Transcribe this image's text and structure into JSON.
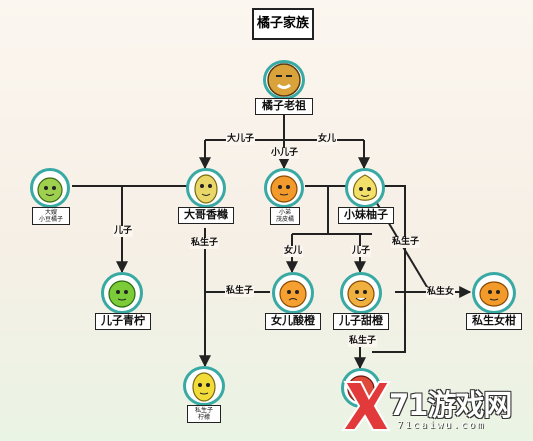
{
  "title": "橘子家族",
  "nodes": {
    "laozu": {
      "label": "橘子老祖",
      "icon": "old-orange-ancestor-icon",
      "color": "#e0a43a"
    },
    "dage": {
      "label": "大哥香橼",
      "icon": "citron-character-icon",
      "color": "#e9d96a"
    },
    "xiaodi": {
      "label": "小弟\n茂皮橘",
      "icon": "orange-character-icon",
      "color": "#f39a2c"
    },
    "xiaomei": {
      "label": "小妹柚子",
      "icon": "pomelo-character-icon",
      "color": "#f3e06a"
    },
    "dasao": {
      "label": "大嫂\n小豆橘子",
      "icon": "green-lime-character-icon",
      "color": "#9fcf4e"
    },
    "erzi_qingning": {
      "label": "儿子青柠",
      "icon": "green-lime-son-icon",
      "color": "#7ccc3a"
    },
    "nver_suancheng": {
      "label": "女儿酸橙",
      "icon": "sour-orange-character-icon",
      "color": "#f5a030"
    },
    "erzi_tiancheng": {
      "label": "儿子甜橙",
      "icon": "sweet-orange-character-icon",
      "color": "#f0b040"
    },
    "sisheng_nvgan": {
      "label": "私生女柑",
      "icon": "tangerine-character-icon",
      "color": "#f29a2a"
    },
    "sisheng_ningmeng": {
      "label": "私生子\n柠檬",
      "icon": "lemon-character-icon",
      "color": "#f2dc3a"
    },
    "bottom_red": {
      "label": "",
      "icon": "red-fruit-character-icon",
      "color": "#e04a3a"
    }
  },
  "edge_labels": {
    "dage": "大儿子",
    "nver": "女儿",
    "xiaoerzi": "小儿子",
    "erzi_left": "儿子",
    "sisheng_mid": "私生子",
    "sisheng_dage": "私生子",
    "nver_mid": "女儿",
    "erzi_mid": "儿子",
    "sisheng_right": "私生子",
    "sishengnv": "私生女",
    "sisheng_bottom": "私生子"
  },
  "watermark": {
    "text": "71游戏网",
    "sub": "71caiwu.com"
  },
  "colors": {
    "accent": "#39a9a4",
    "line": "#222222"
  }
}
